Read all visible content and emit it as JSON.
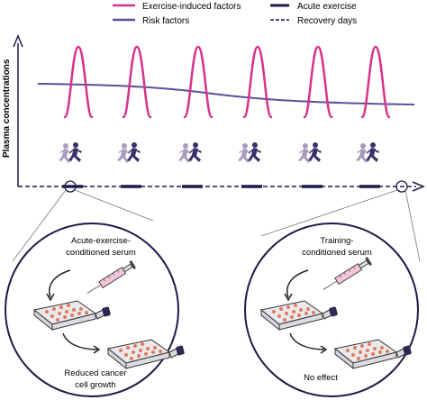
{
  "legend": {
    "exercise_factors": "Exercise-induced factors",
    "risk_factors": "Risk factors",
    "acute_exercise": "Acute exercise",
    "recovery_days": "Recovery days"
  },
  "y_axis_label": "Plasma concentrations",
  "colors": {
    "exercise_factors": "#d6338a",
    "risk_factors": "#5a4f9a",
    "axis": "#1d1b4a",
    "runner_dark": "#3b2f6b",
    "runner_light": "#a99bbd",
    "dish": "#e9e9ec",
    "cells": "#e07a5f",
    "cap": "#2b2a50",
    "syringe_fluid": "#f2c6d8"
  },
  "left_panel": {
    "serum_label_line1": "Acute-exercise-",
    "serum_label_line2": "conditioned serum",
    "outcome_line1": "Reduced cancer",
    "outcome_line2": "cell growth"
  },
  "right_panel": {
    "serum_label_line1": "Training-",
    "serum_label_line2": "conditioned serum",
    "outcome_line1": "No effect"
  },
  "icons": {
    "runner": "runner-pair-icon",
    "syringe": "syringe-icon",
    "flask": "cell-culture-flask-icon",
    "arrow": "curved-arrow-icon",
    "magnifier": "zoom-circle-icon"
  }
}
